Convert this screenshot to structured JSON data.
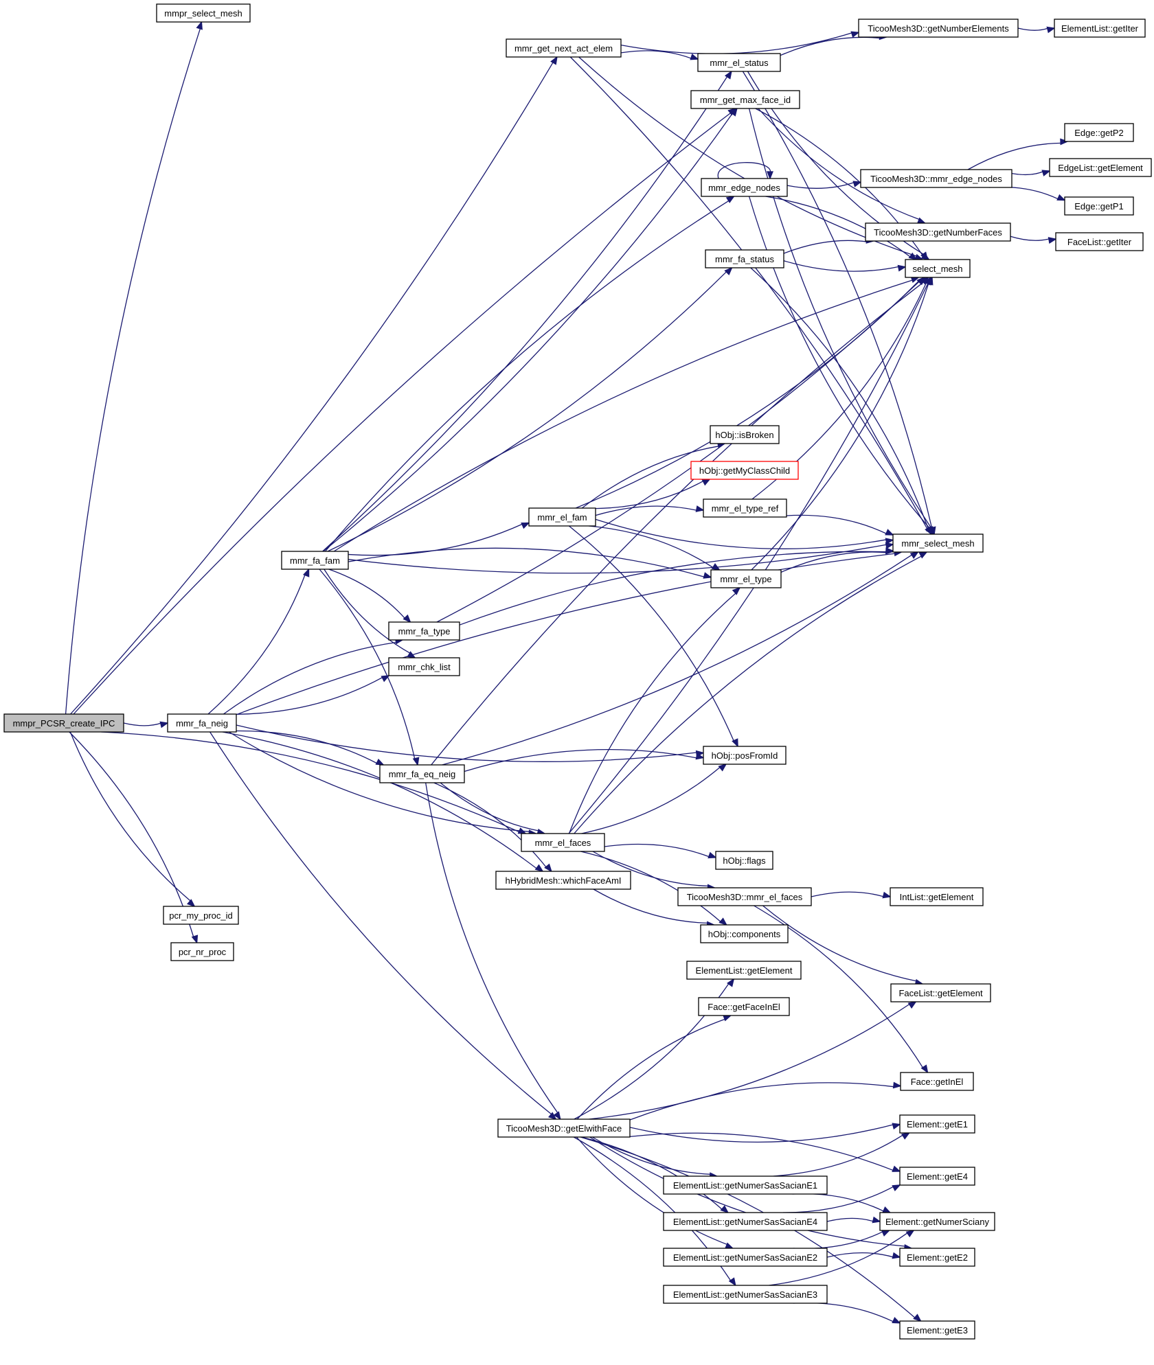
{
  "nodes": [
    {
      "id": "root",
      "label": "mmpr_PCSR_create_IPC",
      "root": true
    },
    {
      "id": "mmpr_select_mesh",
      "label": "mmpr_select_mesh"
    },
    {
      "id": "mmr_get_next_act_elem",
      "label": "mmr_get_next_act_elem"
    },
    {
      "id": "getNumberElements",
      "label": "TicooMesh3D::getNumberElements"
    },
    {
      "id": "EL_getIter",
      "label": "ElementList::getIter"
    },
    {
      "id": "mmr_el_status",
      "label": "mmr_el_status"
    },
    {
      "id": "mmr_get_max_face_id",
      "label": "mmr_get_max_face_id"
    },
    {
      "id": "Edge_getP2",
      "label": "Edge::getP2"
    },
    {
      "id": "mmr_edge_nodes",
      "label": "mmr_edge_nodes"
    },
    {
      "id": "T_mmr_edge_nodes",
      "label": "TicooMesh3D::mmr_edge_nodes"
    },
    {
      "id": "EdgeList_getElement",
      "label": "EdgeList::getElement"
    },
    {
      "id": "Edge_getP1",
      "label": "Edge::getP1"
    },
    {
      "id": "getNumberFaces",
      "label": "TicooMesh3D::getNumberFaces"
    },
    {
      "id": "FaceList_getIter",
      "label": "FaceList::getIter"
    },
    {
      "id": "mmr_fa_status",
      "label": "mmr_fa_status"
    },
    {
      "id": "select_mesh",
      "label": "select_mesh"
    },
    {
      "id": "isBroken",
      "label": "hObj::isBroken"
    },
    {
      "id": "getMyClassChild",
      "label": "hObj::getMyClassChild",
      "truncated": true
    },
    {
      "id": "mmr_el_fam",
      "label": "mmr_el_fam"
    },
    {
      "id": "mmr_el_type_ref",
      "label": "mmr_el_type_ref"
    },
    {
      "id": "mmr_select_mesh",
      "label": "mmr_select_mesh"
    },
    {
      "id": "mmr_fa_fam",
      "label": "mmr_fa_fam"
    },
    {
      "id": "mmr_el_type",
      "label": "mmr_el_type"
    },
    {
      "id": "mmr_fa_type",
      "label": "mmr_fa_type"
    },
    {
      "id": "mmr_chk_list",
      "label": "mmr_chk_list"
    },
    {
      "id": "mmr_fa_neig",
      "label": "mmr_fa_neig"
    },
    {
      "id": "posFromId",
      "label": "hObj::posFromId"
    },
    {
      "id": "mmr_fa_eq_neig",
      "label": "mmr_fa_eq_neig"
    },
    {
      "id": "mmr_el_faces",
      "label": "mmr_el_faces"
    },
    {
      "id": "flags",
      "label": "hObj::flags"
    },
    {
      "id": "whichFaceAmI",
      "label": "hHybridMesh::whichFaceAmI"
    },
    {
      "id": "T_mmr_el_faces",
      "label": "TicooMesh3D::mmr_el_faces"
    },
    {
      "id": "IntList_getElement",
      "label": "IntList::getElement"
    },
    {
      "id": "pcr_my_proc_id",
      "label": "pcr_my_proc_id"
    },
    {
      "id": "components",
      "label": "hObj::components"
    },
    {
      "id": "pcr_nr_proc",
      "label": "pcr_nr_proc"
    },
    {
      "id": "ElementList_getElement",
      "label": "ElementList::getElement"
    },
    {
      "id": "FaceList_getElement",
      "label": "FaceList::getElement"
    },
    {
      "id": "getFaceInEl",
      "label": "Face::getFaceInEl"
    },
    {
      "id": "Face_getInEl",
      "label": "Face::getInEl"
    },
    {
      "id": "getElwithFace",
      "label": "TicooMesh3D::getElwithFace"
    },
    {
      "id": "getE1",
      "label": "Element::getE1"
    },
    {
      "id": "getE4",
      "label": "Element::getE4"
    },
    {
      "id": "getNSS_E1",
      "label": "ElementList::getNumerSasSacianE1"
    },
    {
      "id": "getNumerSciany",
      "label": "Element::getNumerSciany"
    },
    {
      "id": "getNSS_E4",
      "label": "ElementList::getNumerSasSacianE4"
    },
    {
      "id": "getNSS_E2",
      "label": "ElementList::getNumerSasSacianE2"
    },
    {
      "id": "getE2",
      "label": "Element::getE2"
    },
    {
      "id": "getNSS_E3",
      "label": "ElementList::getNumerSasSacianE3"
    },
    {
      "id": "getE3",
      "label": "Element::getE3"
    }
  ],
  "edges": [
    [
      "root",
      "mmpr_select_mesh"
    ],
    [
      "root",
      "mmr_get_next_act_elem"
    ],
    [
      "root",
      "mmr_get_max_face_id"
    ],
    [
      "root",
      "mmr_fa_neig"
    ],
    [
      "root",
      "mmr_el_faces"
    ],
    [
      "root",
      "pcr_my_proc_id"
    ],
    [
      "root",
      "pcr_nr_proc"
    ],
    [
      "mmr_get_next_act_elem",
      "getNumberElements"
    ],
    [
      "mmr_get_next_act_elem",
      "mmr_el_status"
    ],
    [
      "mmr_get_next_act_elem",
      "select_mesh"
    ],
    [
      "mmr_get_next_act_elem",
      "mmr_select_mesh"
    ],
    [
      "getNumberElements",
      "EL_getIter"
    ],
    [
      "mmr_el_status",
      "getNumberElements"
    ],
    [
      "mmr_el_status",
      "select_mesh"
    ],
    [
      "mmr_el_status",
      "mmr_select_mesh"
    ],
    [
      "mmr_get_max_face_id",
      "getNumberFaces"
    ],
    [
      "mmr_get_max_face_id",
      "select_mesh"
    ],
    [
      "mmr_get_max_face_id",
      "mmr_select_mesh"
    ],
    [
      "mmr_edge_nodes",
      "mmr_edge_nodes"
    ],
    [
      "mmr_edge_nodes",
      "T_mmr_edge_nodes"
    ],
    [
      "mmr_edge_nodes",
      "select_mesh"
    ],
    [
      "mmr_edge_nodes",
      "mmr_select_mesh"
    ],
    [
      "T_mmr_edge_nodes",
      "Edge_getP2"
    ],
    [
      "T_mmr_edge_nodes",
      "EdgeList_getElement"
    ],
    [
      "T_mmr_edge_nodes",
      "Edge_getP1"
    ],
    [
      "getNumberFaces",
      "FaceList_getIter"
    ],
    [
      "mmr_fa_status",
      "getNumberFaces"
    ],
    [
      "mmr_fa_status",
      "select_mesh"
    ],
    [
      "mmr_fa_status",
      "mmr_select_mesh"
    ],
    [
      "mmr_fa_fam",
      "mmr_el_status"
    ],
    [
      "mmr_fa_fam",
      "mmr_edge_nodes"
    ],
    [
      "mmr_fa_fam",
      "mmr_fa_status"
    ],
    [
      "mmr_fa_fam",
      "select_mesh"
    ],
    [
      "mmr_fa_fam",
      "mmr_el_fam"
    ],
    [
      "mmr_fa_fam",
      "mmr_el_type"
    ],
    [
      "mmr_fa_fam",
      "mmr_select_mesh"
    ],
    [
      "mmr_fa_fam",
      "mmr_fa_type"
    ],
    [
      "mmr_fa_fam",
      "mmr_chk_list"
    ],
    [
      "mmr_fa_fam",
      "mmr_fa_eq_neig"
    ],
    [
      "mmr_fa_fam",
      "mmr_get_max_face_id"
    ],
    [
      "mmr_el_fam",
      "isBroken"
    ],
    [
      "mmr_el_fam",
      "getMyClassChild"
    ],
    [
      "mmr_el_fam",
      "mmr_el_type_ref"
    ],
    [
      "mmr_el_fam",
      "mmr_select_mesh"
    ],
    [
      "mmr_el_fam",
      "mmr_el_type"
    ],
    [
      "mmr_el_fam",
      "select_mesh"
    ],
    [
      "mmr_el_fam",
      "posFromId"
    ],
    [
      "mmr_el_type_ref",
      "select_mesh"
    ],
    [
      "mmr_el_type_ref",
      "mmr_select_mesh"
    ],
    [
      "mmr_el_type",
      "select_mesh"
    ],
    [
      "mmr_el_type",
      "mmr_select_mesh"
    ],
    [
      "mmr_fa_type",
      "select_mesh"
    ],
    [
      "mmr_fa_type",
      "mmr_select_mesh"
    ],
    [
      "mmr_fa_neig",
      "mmr_fa_fam"
    ],
    [
      "mmr_fa_neig",
      "mmr_fa_type"
    ],
    [
      "mmr_fa_neig",
      "mmr_chk_list"
    ],
    [
      "mmr_fa_neig",
      "mmr_select_mesh"
    ],
    [
      "mmr_fa_neig",
      "posFromId"
    ],
    [
      "mmr_fa_neig",
      "mmr_fa_eq_neig"
    ],
    [
      "mmr_fa_neig",
      "mmr_el_faces"
    ],
    [
      "mmr_fa_neig",
      "whichFaceAmI"
    ],
    [
      "mmr_fa_neig",
      "getElwithFace"
    ],
    [
      "mmr_fa_eq_neig",
      "posFromId"
    ],
    [
      "mmr_fa_eq_neig",
      "mmr_select_mesh"
    ],
    [
      "mmr_fa_eq_neig",
      "select_mesh"
    ],
    [
      "mmr_fa_eq_neig",
      "mmr_el_faces"
    ],
    [
      "mmr_fa_eq_neig",
      "whichFaceAmI"
    ],
    [
      "mmr_fa_eq_neig",
      "getElwithFace"
    ],
    [
      "mmr_el_faces",
      "mmr_el_type"
    ],
    [
      "mmr_el_faces",
      "select_mesh"
    ],
    [
      "mmr_el_faces",
      "mmr_select_mesh"
    ],
    [
      "mmr_el_faces",
      "posFromId"
    ],
    [
      "mmr_el_faces",
      "flags"
    ],
    [
      "mmr_el_faces",
      "T_mmr_el_faces"
    ],
    [
      "mmr_el_faces",
      "components"
    ],
    [
      "whichFaceAmI",
      "components"
    ],
    [
      "T_mmr_el_faces",
      "IntList_getElement"
    ],
    [
      "T_mmr_el_faces",
      "FaceList_getElement"
    ],
    [
      "T_mmr_el_faces",
      "Face_getInEl"
    ],
    [
      "getElwithFace",
      "ElementList_getElement"
    ],
    [
      "getElwithFace",
      "getFaceInEl"
    ],
    [
      "getElwithFace",
      "FaceList_getElement"
    ],
    [
      "getElwithFace",
      "Face_getInEl"
    ],
    [
      "getElwithFace",
      "getE1"
    ],
    [
      "getElwithFace",
      "getE4"
    ],
    [
      "getElwithFace",
      "getNSS_E1"
    ],
    [
      "getElwithFace",
      "getNSS_E4"
    ],
    [
      "getElwithFace",
      "getNSS_E2"
    ],
    [
      "getElwithFace",
      "getNSS_E3"
    ],
    [
      "getElwithFace",
      "getE2"
    ],
    [
      "getElwithFace",
      "getE3"
    ],
    [
      "getNSS_E1",
      "getE1"
    ],
    [
      "getNSS_E1",
      "getNumerSciany"
    ],
    [
      "getNSS_E4",
      "getE4"
    ],
    [
      "getNSS_E4",
      "getNumerSciany"
    ],
    [
      "getNSS_E2",
      "getNumerSciany"
    ],
    [
      "getNSS_E2",
      "getE2"
    ],
    [
      "getNSS_E3",
      "getNumerSciany"
    ],
    [
      "getNSS_E3",
      "getE3"
    ]
  ],
  "colors": {
    "edge": "#191970",
    "root_fill": "#bfbfbf",
    "truncated_border": "#ff0000"
  }
}
